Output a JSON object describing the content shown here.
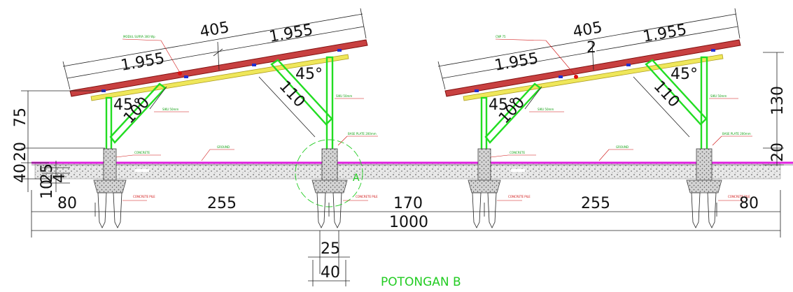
{
  "drawing": {
    "title": "POTONGAN B",
    "detail_marker": "A",
    "colors": {
      "ground_line": "#e020e0",
      "steel_frame": "#22dd22",
      "panel": "#c02020",
      "rail": "#e8e040",
      "concrete": "#9a9a9a",
      "leader": "#d01010",
      "dimension": "#111111"
    },
    "left_assembly": {
      "dim_panel_total": "405",
      "dim_panel_left": "1.955",
      "dim_panel_right": "1.955",
      "dim_angle_front": "45°",
      "dim_angle_back": "45°",
      "dim_brace_front": "100",
      "dim_brace_back": "110",
      "label_panel": "MODUL SURYA 300 Wp",
      "label_channel": "SIKU 50mm",
      "label_channel_front": "SIKU 50mm",
      "label_base_plate": "BASE PLATE 200mm",
      "label_concrete": "CONCRETE",
      "label_ground": "GROUND",
      "label_pile_front": "CONCRETE PILE",
      "label_pile_back": "CONCRETE PILE"
    },
    "right_assembly": {
      "dim_panel_total": "405",
      "dim_panel_left": "1.955",
      "dim_panel_right": "1.955",
      "dim_gap": "2",
      "dim_angle_front": "45°",
      "dim_angle_back": "45°",
      "dim_brace_front": "100",
      "dim_brace_back": "110",
      "label_panel": "CNP 75",
      "label_channel": "SIKU 50mm",
      "label_channel_front": "SIKU 50mm",
      "label_base_plate": "BASE PLATE 200mm",
      "label_concrete": "CONCRETE",
      "label_ground": "GROUND",
      "label_pile_front": "CONCRETE PILE",
      "label_pile_back": "CONCRETE PILE"
    },
    "left_vertical_dims": [
      "75",
      "20",
      "40",
      "10",
      "25",
      "4"
    ],
    "right_vertical_dims": [
      "130",
      "20"
    ],
    "horizontal_dims": {
      "left_end": "80",
      "span_left": "255",
      "span_middle": "170",
      "span_right": "255",
      "right_end": "80",
      "overall": "1000",
      "pile_gap": "25",
      "pile_width": "40"
    }
  }
}
